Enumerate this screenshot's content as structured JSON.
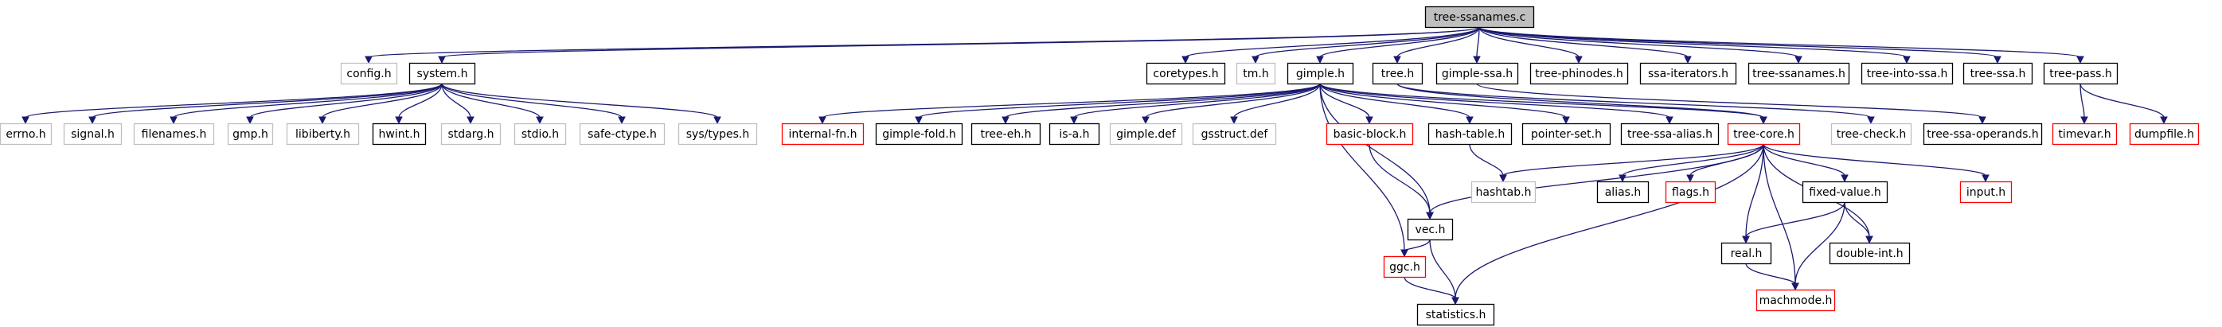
{
  "title": "tree-ssanames.c",
  "colors": {
    "edge": "#191970",
    "root_fill": "#bfbfbf",
    "normal_border": "#000000",
    "missing_border": "#bfbfbf",
    "truncated_border": "#ff0000"
  },
  "nodes": [
    {
      "id": "tree-ssanames.c",
      "label": "tree-ssanames.c",
      "kind": "root"
    },
    {
      "id": "config.h",
      "label": "config.h",
      "kind": "missing"
    },
    {
      "id": "system.h",
      "label": "system.h",
      "kind": "normal"
    },
    {
      "id": "coretypes.h",
      "label": "coretypes.h",
      "kind": "normal"
    },
    {
      "id": "tm.h",
      "label": "tm.h",
      "kind": "missing"
    },
    {
      "id": "gimple.h",
      "label": "gimple.h",
      "kind": "normal"
    },
    {
      "id": "tree.h",
      "label": "tree.h",
      "kind": "normal"
    },
    {
      "id": "gimple-ssa.h",
      "label": "gimple-ssa.h",
      "kind": "normal"
    },
    {
      "id": "tree-phinodes.h",
      "label": "tree-phinodes.h",
      "kind": "normal"
    },
    {
      "id": "ssa-iterators.h",
      "label": "ssa-iterators.h",
      "kind": "normal"
    },
    {
      "id": "tree-ssanames.h",
      "label": "tree-ssanames.h",
      "kind": "normal"
    },
    {
      "id": "tree-into-ssa.h",
      "label": "tree-into-ssa.h",
      "kind": "normal"
    },
    {
      "id": "tree-ssa.h",
      "label": "tree-ssa.h",
      "kind": "normal"
    },
    {
      "id": "tree-pass.h",
      "label": "tree-pass.h",
      "kind": "normal"
    },
    {
      "id": "errno.h",
      "label": "errno.h",
      "kind": "missing"
    },
    {
      "id": "signal.h",
      "label": "signal.h",
      "kind": "missing"
    },
    {
      "id": "filenames.h",
      "label": "filenames.h",
      "kind": "missing"
    },
    {
      "id": "gmp.h",
      "label": "gmp.h",
      "kind": "missing"
    },
    {
      "id": "libiberty.h",
      "label": "libiberty.h",
      "kind": "missing"
    },
    {
      "id": "hwint.h",
      "label": "hwint.h",
      "kind": "normal"
    },
    {
      "id": "stdarg.h",
      "label": "stdarg.h",
      "kind": "missing"
    },
    {
      "id": "stdio.h",
      "label": "stdio.h",
      "kind": "missing"
    },
    {
      "id": "safe-ctype.h",
      "label": "safe-ctype.h",
      "kind": "missing"
    },
    {
      "id": "sys/types.h",
      "label": "sys/types.h",
      "kind": "missing"
    },
    {
      "id": "internal-fn.h",
      "label": "internal-fn.h",
      "kind": "truncated"
    },
    {
      "id": "gimple-fold.h",
      "label": "gimple-fold.h",
      "kind": "normal"
    },
    {
      "id": "tree-eh.h",
      "label": "tree-eh.h",
      "kind": "normal"
    },
    {
      "id": "is-a.h",
      "label": "is-a.h",
      "kind": "normal"
    },
    {
      "id": "gimple.def",
      "label": "gimple.def",
      "kind": "missing"
    },
    {
      "id": "gsstruct.def",
      "label": "gsstruct.def",
      "kind": "missing"
    },
    {
      "id": "basic-block.h",
      "label": "basic-block.h",
      "kind": "truncated"
    },
    {
      "id": "hash-table.h",
      "label": "hash-table.h",
      "kind": "normal"
    },
    {
      "id": "pointer-set.h",
      "label": "pointer-set.h",
      "kind": "normal"
    },
    {
      "id": "tree-ssa-alias.h",
      "label": "tree-ssa-alias.h",
      "kind": "normal"
    },
    {
      "id": "tree-core.h",
      "label": "tree-core.h",
      "kind": "truncated"
    },
    {
      "id": "tree-check.h",
      "label": "tree-check.h",
      "kind": "missing"
    },
    {
      "id": "tree-ssa-operands.h",
      "label": "tree-ssa-operands.h",
      "kind": "normal"
    },
    {
      "id": "timevar.h",
      "label": "timevar.h",
      "kind": "truncated"
    },
    {
      "id": "dumpfile.h",
      "label": "dumpfile.h",
      "kind": "truncated"
    },
    {
      "id": "vec.h",
      "label": "vec.h",
      "kind": "normal"
    },
    {
      "id": "hashtab.h",
      "label": "hashtab.h",
      "kind": "missing"
    },
    {
      "id": "alias.h",
      "label": "alias.h",
      "kind": "normal"
    },
    {
      "id": "flags.h",
      "label": "flags.h",
      "kind": "truncated"
    },
    {
      "id": "fixed-value.h",
      "label": "fixed-value.h",
      "kind": "normal"
    },
    {
      "id": "input.h",
      "label": "input.h",
      "kind": "truncated"
    },
    {
      "id": "ggc.h",
      "label": "ggc.h",
      "kind": "truncated"
    },
    {
      "id": "real.h",
      "label": "real.h",
      "kind": "normal"
    },
    {
      "id": "double-int.h",
      "label": "double-int.h",
      "kind": "normal"
    },
    {
      "id": "statistics.h",
      "label": "statistics.h",
      "kind": "normal"
    },
    {
      "id": "machmode.h",
      "label": "machmode.h",
      "kind": "truncated"
    }
  ],
  "edges": [
    [
      "tree-ssanames.c",
      "config.h"
    ],
    [
      "tree-ssanames.c",
      "system.h"
    ],
    [
      "tree-ssanames.c",
      "coretypes.h"
    ],
    [
      "tree-ssanames.c",
      "tm.h"
    ],
    [
      "tree-ssanames.c",
      "gimple.h"
    ],
    [
      "tree-ssanames.c",
      "tree.h"
    ],
    [
      "tree-ssanames.c",
      "gimple-ssa.h"
    ],
    [
      "tree-ssanames.c",
      "tree-phinodes.h"
    ],
    [
      "tree-ssanames.c",
      "ssa-iterators.h"
    ],
    [
      "tree-ssanames.c",
      "tree-ssanames.h"
    ],
    [
      "tree-ssanames.c",
      "tree-into-ssa.h"
    ],
    [
      "tree-ssanames.c",
      "tree-ssa.h"
    ],
    [
      "tree-ssanames.c",
      "tree-pass.h"
    ],
    [
      "system.h",
      "errno.h"
    ],
    [
      "system.h",
      "signal.h"
    ],
    [
      "system.h",
      "filenames.h"
    ],
    [
      "system.h",
      "gmp.h"
    ],
    [
      "system.h",
      "libiberty.h"
    ],
    [
      "system.h",
      "hwint.h"
    ],
    [
      "system.h",
      "stdarg.h"
    ],
    [
      "system.h",
      "stdio.h"
    ],
    [
      "system.h",
      "safe-ctype.h"
    ],
    [
      "system.h",
      "sys/types.h"
    ],
    [
      "gimple.h",
      "internal-fn.h"
    ],
    [
      "gimple.h",
      "gimple-fold.h"
    ],
    [
      "gimple.h",
      "tree-eh.h"
    ],
    [
      "gimple.h",
      "is-a.h"
    ],
    [
      "gimple.h",
      "gimple.def"
    ],
    [
      "gimple.h",
      "gsstruct.def"
    ],
    [
      "gimple.h",
      "basic-block.h"
    ],
    [
      "gimple.h",
      "hash-table.h"
    ],
    [
      "gimple.h",
      "pointer-set.h"
    ],
    [
      "gimple.h",
      "tree-ssa-alias.h"
    ],
    [
      "gimple.h",
      "tree-core.h"
    ],
    [
      "gimple.h",
      "vec.h"
    ],
    [
      "gimple.h",
      "ggc.h"
    ],
    [
      "tree.h",
      "tree-core.h"
    ],
    [
      "tree.h",
      "tree-check.h"
    ],
    [
      "gimple-ssa.h",
      "tree-ssa-operands.h"
    ],
    [
      "tree-pass.h",
      "timevar.h"
    ],
    [
      "tree-pass.h",
      "dumpfile.h"
    ],
    [
      "basic-block.h",
      "vec.h"
    ],
    [
      "hash-table.h",
      "hashtab.h"
    ],
    [
      "tree-core.h",
      "hashtab.h"
    ],
    [
      "tree-core.h",
      "vec.h"
    ],
    [
      "tree-core.h",
      "alias.h"
    ],
    [
      "tree-core.h",
      "flags.h"
    ],
    [
      "tree-core.h",
      "fixed-value.h"
    ],
    [
      "tree-core.h",
      "input.h"
    ],
    [
      "tree-core.h",
      "real.h"
    ],
    [
      "tree-core.h",
      "double-int.h"
    ],
    [
      "tree-core.h",
      "statistics.h"
    ],
    [
      "tree-core.h",
      "machmode.h"
    ],
    [
      "vec.h",
      "ggc.h"
    ],
    [
      "vec.h",
      "statistics.h"
    ],
    [
      "ggc.h",
      "statistics.h"
    ],
    [
      "fixed-value.h",
      "real.h"
    ],
    [
      "fixed-value.h",
      "double-int.h"
    ],
    [
      "fixed-value.h",
      "machmode.h"
    ],
    [
      "real.h",
      "machmode.h"
    ]
  ]
}
